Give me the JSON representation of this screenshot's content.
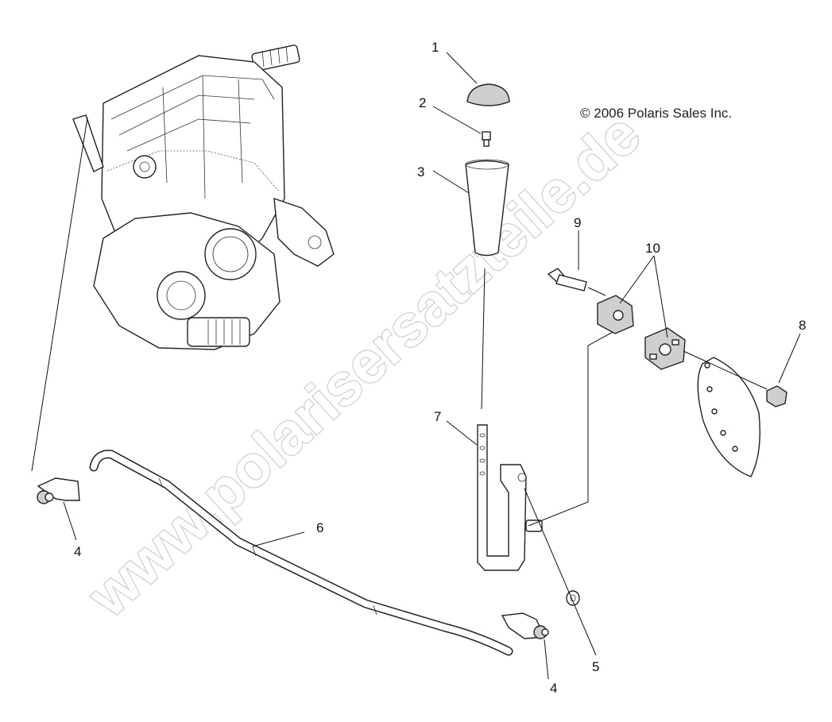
{
  "copyright": "© 2006 Polaris Sales Inc.",
  "watermark": "www.polarisersatzteile.de",
  "callouts": {
    "c1": "1",
    "c2": "2",
    "c3": "3",
    "c4a": "4",
    "c4b": "4",
    "c5": "5",
    "c6": "6",
    "c7": "7",
    "c8": "8",
    "c9": "9",
    "c10": "10"
  }
}
